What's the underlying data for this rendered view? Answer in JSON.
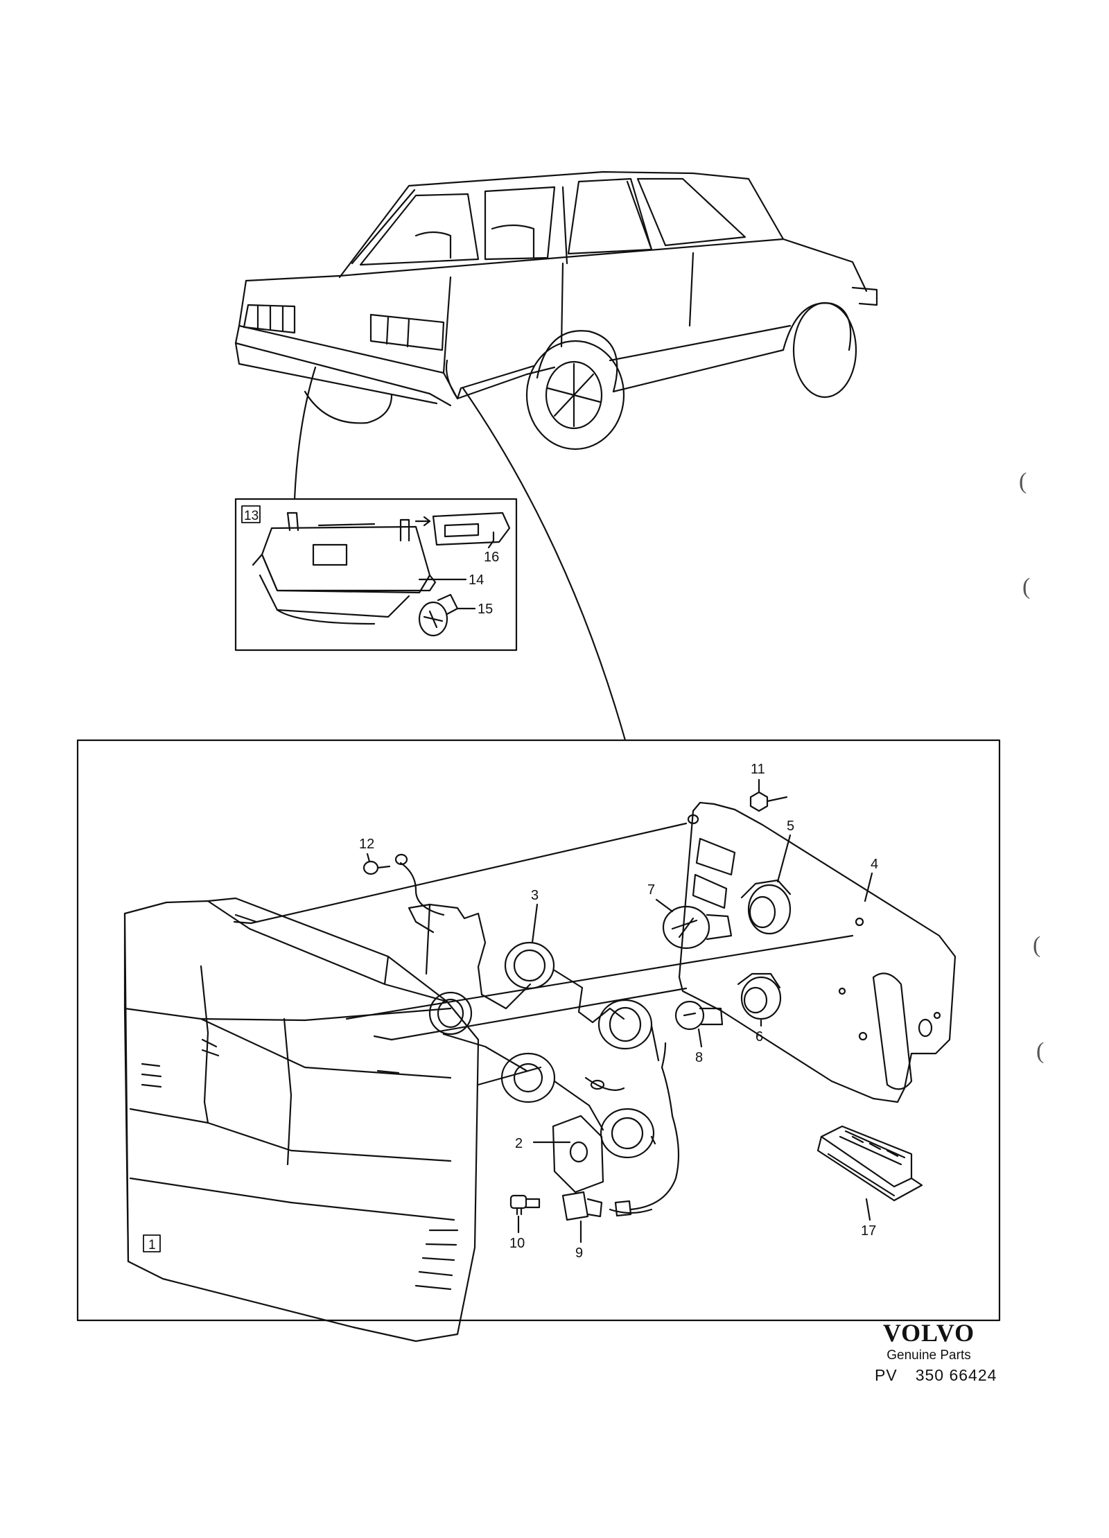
{
  "inset_box_label": "13",
  "main_box_label": "1",
  "callouts": [
    "2",
    "3",
    "4",
    "5",
    "6",
    "7",
    "8",
    "9",
    "10",
    "11",
    "12",
    "14",
    "15",
    "16",
    "17"
  ],
  "brand": {
    "name": "VOLVO",
    "subtitle": "Genuine Parts",
    "prefix": "PV",
    "number": "350 66424"
  },
  "margin_marks": [
    "(",
    "(",
    "(",
    "("
  ]
}
